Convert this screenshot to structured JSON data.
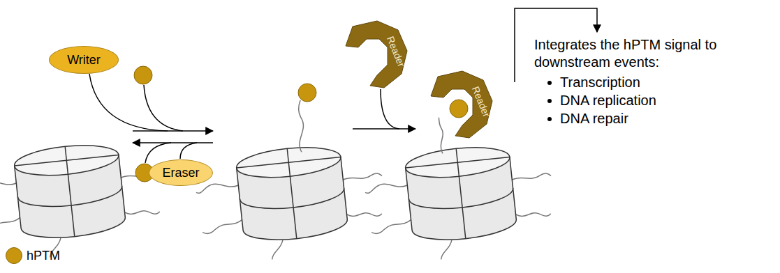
{
  "diagram": {
    "nodes": [
      {
        "text": [
          "Writer"
        ]
      },
      {
        "text": [
          "Eraser"
        ]
      },
      {
        "text": [
          "Reader"
        ]
      },
      {
        "text": [
          "Reader"
        ]
      }
    ],
    "labels": [
      "Integrates the hPTM signal to downstream events:",
      "Transcription",
      "DNA replication",
      "DNA repair"
    ],
    "legend": [
      {
        "text": "hPTM",
        "color": "#C8960E"
      }
    ]
  }
}
